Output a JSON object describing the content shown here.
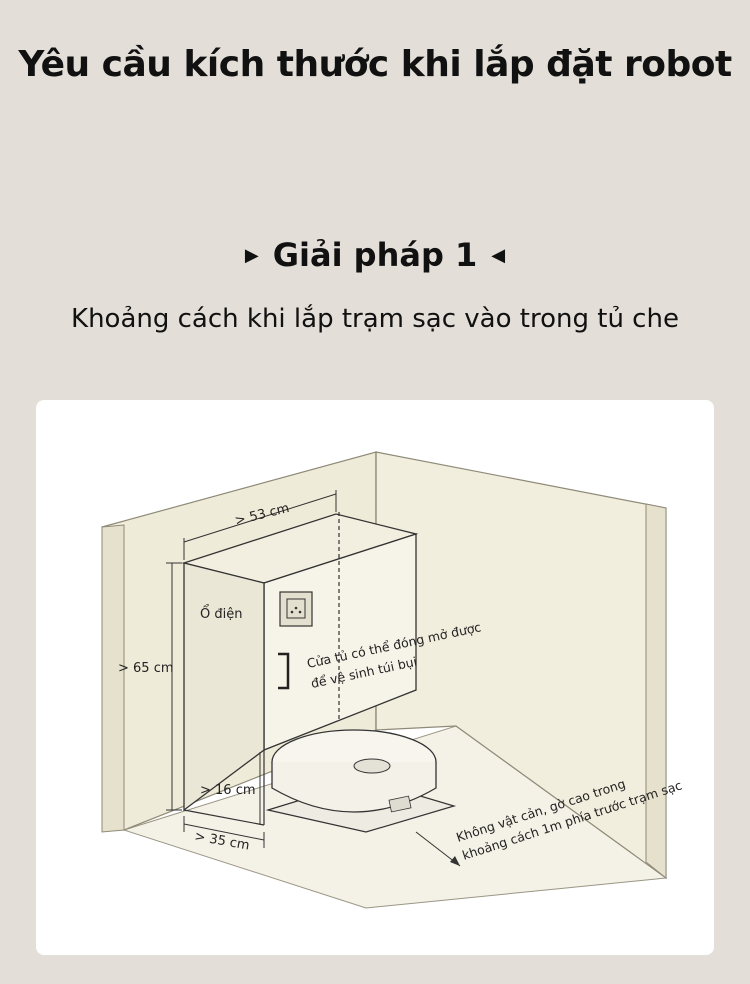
{
  "header": {
    "title": "Yêu cầu kích thước khi lắp đặt robot",
    "solution": "Giải pháp 1",
    "description": "Khoảng cách khi lắp trạm sạc vào trong tủ che"
  },
  "diagram": {
    "width_label": "> 53 cm",
    "height_label": "> 65 cm",
    "gap_label": "> 16 cm",
    "depth_label": "> 35 cm",
    "outlet_label": "Ổ điện",
    "door_note_line1": "Cửa tủ có thể đóng mở được",
    "door_note_line2": "để vệ sinh túi bụi",
    "clearance_line1": "Không vật cản, gờ cao trong",
    "clearance_line2": "khoảng cách 1m phía trước trạm sạc"
  },
  "colors": {
    "background": "#e3dfd8",
    "card": "#ffffff",
    "wall": "#efebd9",
    "floor": "#f4f1e6",
    "line": "#3a3a3a"
  }
}
